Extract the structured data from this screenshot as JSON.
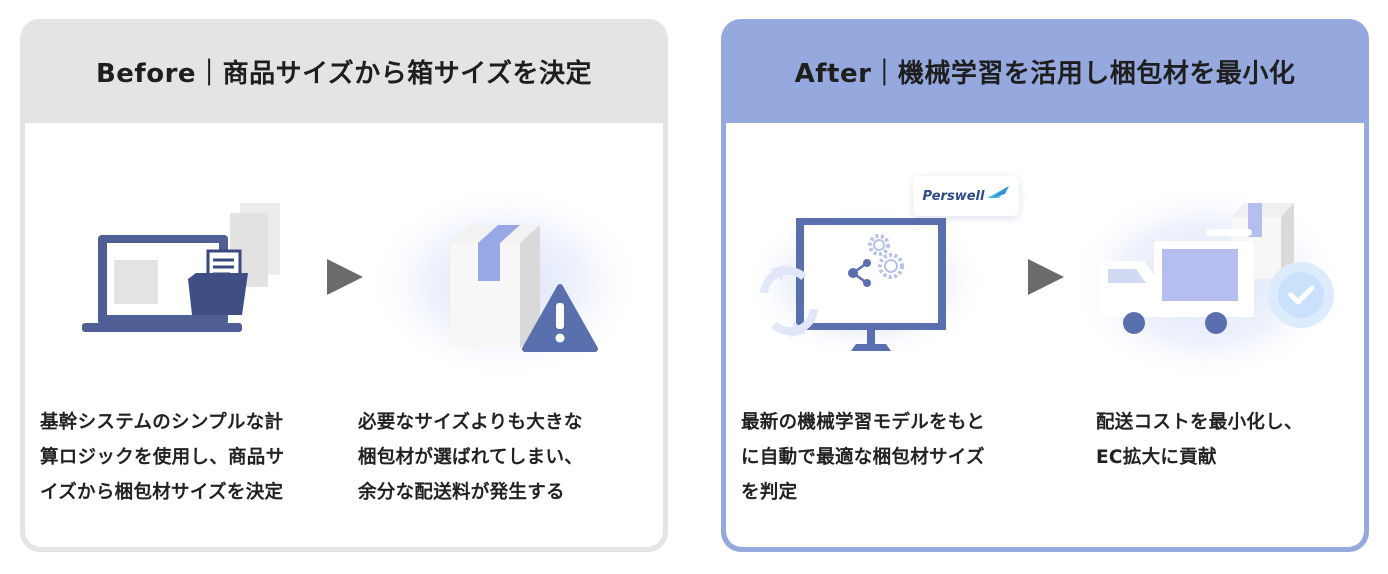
{
  "before": {
    "title": "Before｜商品サイズから箱サイズを決定",
    "step1_lines": [
      "基幹システムのシンプルな計",
      "算ロジックを使用し、商品サ",
      "イズから梱包材サイズを決定"
    ],
    "step2_lines": [
      "必要なサイズよりも大きな",
      "梱包材が選ばれてしまい、",
      "余分な配送料が発生する"
    ]
  },
  "after": {
    "title": "After｜機械学習を活用し梱包材を最小化",
    "logo_text": "Perswell",
    "step1_lines": [
      "最新の機械学習モデルをもと",
      "に自動で最適な梱包材サイズ",
      "を判定"
    ],
    "step2_lines": [
      "配送コストを最小化し、",
      "EC拡大に貢献"
    ]
  },
  "icons": [
    "laptop-documents-icon",
    "play-arrow-icon",
    "box-warning-icon",
    "monitor-ml-icon",
    "refresh-arrows-icon",
    "delivery-truck-icon",
    "checkmark-icon"
  ],
  "colors": {
    "before_header": "#e4e4e4",
    "after_header": "#96a9df",
    "accent_blue": "#5a6fae",
    "arrow_gray": "#6b6b6b"
  }
}
